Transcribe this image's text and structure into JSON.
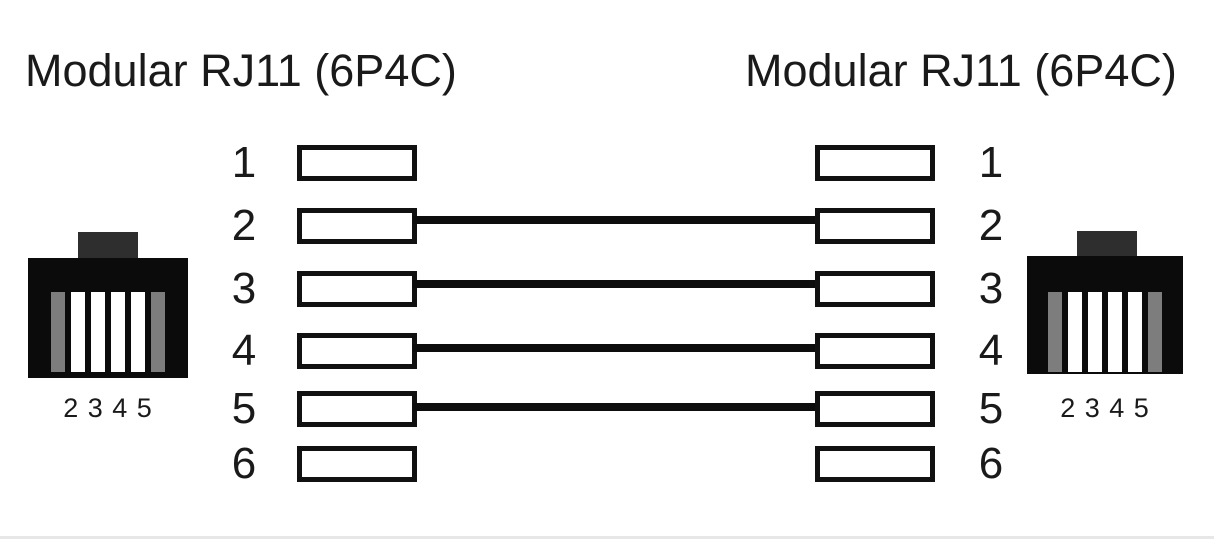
{
  "diagram": {
    "type": "cable-pinout",
    "left": {
      "title": "Modular RJ11 (6P4C)",
      "pins": [
        "1",
        "2",
        "3",
        "4",
        "5",
        "6"
      ],
      "connector_contacts_label": "2 3 4 5"
    },
    "right": {
      "title": "Modular RJ11 (6P4C)",
      "pins": [
        "1",
        "2",
        "3",
        "4",
        "5",
        "6"
      ],
      "connector_contacts_label": "2 3 4 5"
    },
    "connections": [
      {
        "from_pin": "2",
        "to_pin": "2"
      },
      {
        "from_pin": "3",
        "to_pin": "3"
      },
      {
        "from_pin": "4",
        "to_pin": "4"
      },
      {
        "from_pin": "5",
        "to_pin": "5"
      }
    ],
    "unconnected_pins": [
      "1",
      "6"
    ],
    "contact_slots": [
      "gray",
      "white",
      "white",
      "white",
      "white",
      "gray"
    ],
    "colors": {
      "connector_body": "#0b0b0b",
      "connector_tab": "#2e2e2e",
      "contact_gray": "#7d7d7d",
      "contact_white": "#ffffff",
      "wire": "#0d0d0d",
      "pin_box_border": "#111111",
      "pin_box_fill": "#ffffff",
      "text": "#1a1a1a",
      "background": "#ffffff"
    }
  }
}
